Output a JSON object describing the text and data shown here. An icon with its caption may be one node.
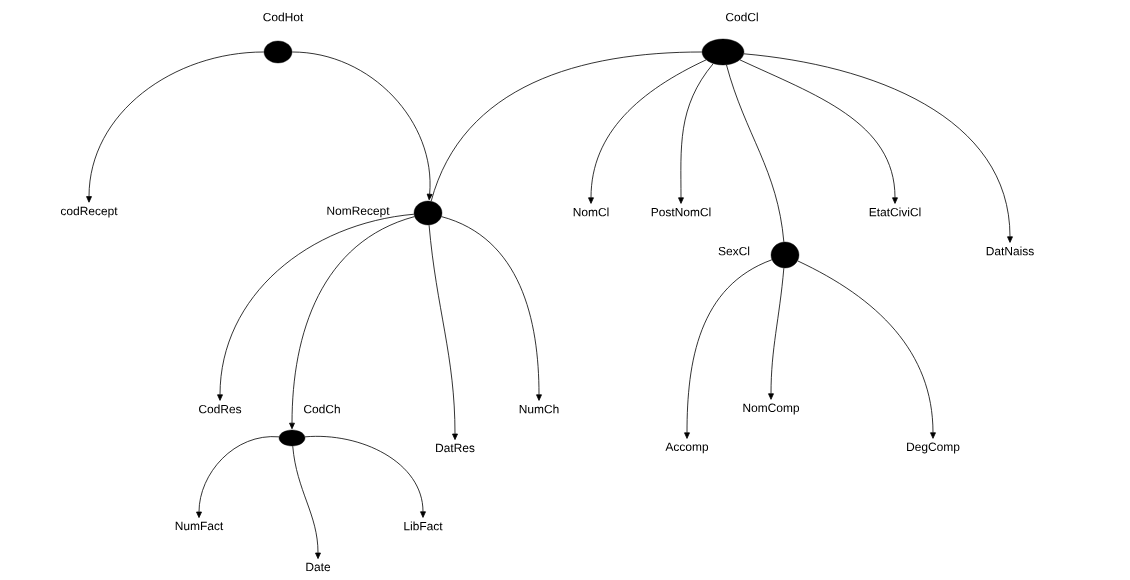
{
  "diagram": {
    "nodes": [
      {
        "text": [],
        "shape": "circle",
        "beside": [
          "CodHot"
        ]
      },
      {
        "text": [],
        "shape": "circle",
        "beside": [
          "CodCl"
        ]
      },
      {
        "text": [
          "codRecept"
        ]
      },
      {
        "text": [],
        "shape": "circle",
        "beside": [
          "NomRecept"
        ]
      },
      {
        "text": [
          "NomCl"
        ]
      },
      {
        "text": [
          "PostNomCl"
        ]
      },
      {
        "text": [
          "EtatCiviCl"
        ]
      },
      {
        "text": [],
        "shape": "circle",
        "beside": [
          "SexCl"
        ]
      },
      {
        "text": [
          "DatNaiss"
        ]
      },
      {
        "text": [
          "CodRes"
        ]
      },
      {
        "text": [],
        "shape": "circle",
        "beside": [
          "CodCh"
        ]
      },
      {
        "text": [
          "NumCh"
        ]
      },
      {
        "text": [
          "DatRes"
        ]
      },
      {
        "text": [
          "Accomp"
        ]
      },
      {
        "text": [
          "NomComp"
        ]
      },
      {
        "text": [
          "DegComp"
        ]
      },
      {
        "text": [
          "NumFact"
        ]
      },
      {
        "text": [
          "LibFact"
        ]
      },
      {
        "text": [
          "Date"
        ]
      }
    ],
    "edges": [
      {
        "from": 0,
        "to": 2,
        "arrow": "to"
      },
      {
        "from": 0,
        "to": 3,
        "arrow": "to"
      },
      {
        "from": 1,
        "to": 3,
        "arrow": "none"
      },
      {
        "from": 1,
        "to": 4,
        "arrow": "to"
      },
      {
        "from": 1,
        "to": 5,
        "arrow": "to"
      },
      {
        "from": 1,
        "to": 7,
        "arrow": "none"
      },
      {
        "from": 1,
        "to": 6,
        "arrow": "to"
      },
      {
        "from": 1,
        "to": 8,
        "arrow": "to"
      },
      {
        "from": 3,
        "to": 9,
        "arrow": "to"
      },
      {
        "from": 3,
        "to": 10,
        "arrow": "to"
      },
      {
        "from": 3,
        "to": 12,
        "arrow": "to"
      },
      {
        "from": 3,
        "to": 11,
        "arrow": "to"
      },
      {
        "from": 10,
        "to": 16,
        "arrow": "to"
      },
      {
        "from": 10,
        "to": 18,
        "arrow": "to"
      },
      {
        "from": 10,
        "to": 17,
        "arrow": "to"
      },
      {
        "from": 7,
        "to": 13,
        "arrow": "to"
      },
      {
        "from": 7,
        "to": 14,
        "arrow": "to"
      },
      {
        "from": 7,
        "to": 15,
        "arrow": "to"
      }
    ]
  }
}
